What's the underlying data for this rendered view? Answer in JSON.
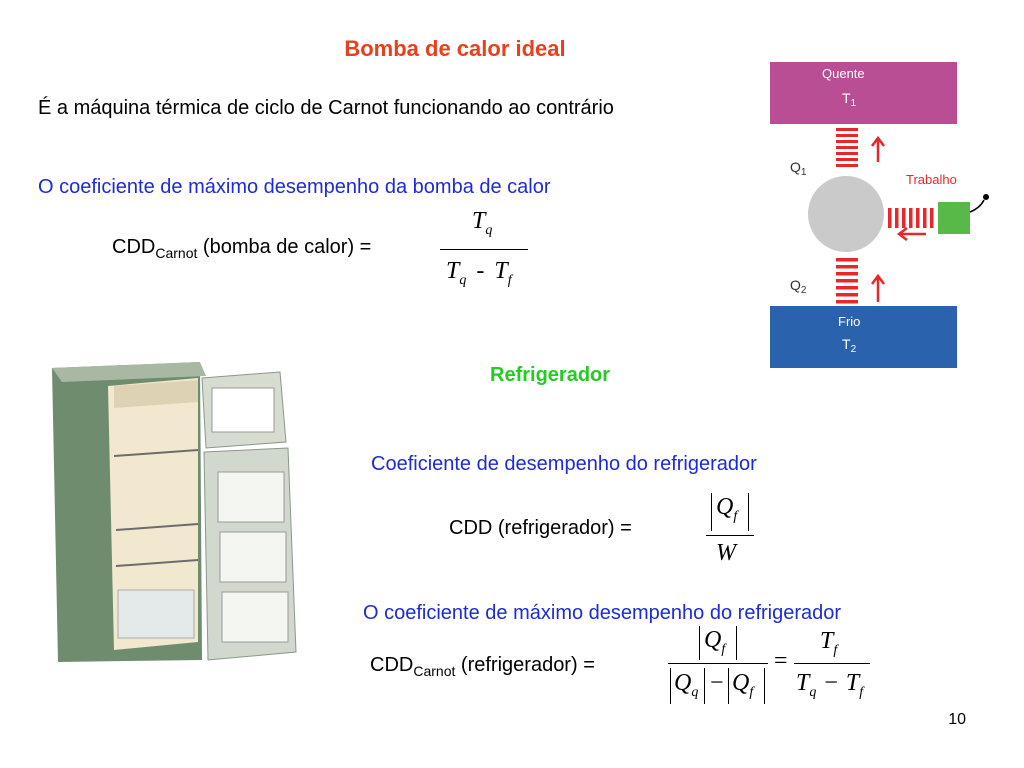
{
  "slide": {
    "title": "Bomba de calor ideal",
    "intro": "É a máquina térmica de ciclo de Carnot funcionando ao contrário",
    "heat_pump_heading": "O coeficiente de máximo desempenho da bomba de calor",
    "heat_pump_formula": {
      "label_main": "CDD",
      "label_sub": "Carnot",
      "label_rest": " (bomba de calor) =",
      "num_T": "T",
      "num_sub": "q",
      "den_T1": "T",
      "den_sub1": "q",
      "den_minus": "-",
      "den_T2": "T",
      "den_sub2": "f"
    },
    "refrigerator_heading": "Refrigerador",
    "cop_heading": "Coeficiente de desempenho do refrigerador",
    "cop_formula": {
      "label": "CDD (refrigerador) =",
      "num_Q": "Q",
      "num_sub": "f",
      "den_W": "W"
    },
    "max_cop_heading": "O coeficiente de máximo desempenho do refrigerador",
    "max_cop_formula": {
      "label_main": "CDD",
      "label_sub": "Carnot",
      "label_rest": " (refrigerador) =",
      "f1_num_Q": "Q",
      "f1_num_sub": "f",
      "f1_den_Q1": "Q",
      "f1_den_sub1": "q",
      "f1_den_minus": "−",
      "f1_den_Q2": "Q",
      "f1_den_sub2": "f",
      "equals": "=",
      "f2_num_T": "T",
      "f2_num_sub": "f",
      "f2_den_T1": "T",
      "f2_den_sub1": "q",
      "f2_den_minus": "−",
      "f2_den_T2": "T",
      "f2_den_sub2": "f"
    },
    "page_number": "10"
  },
  "diagram": {
    "hot_label": "Quente",
    "hot_temp": "T",
    "hot_temp_sub": "1",
    "q1": "Q",
    "q1_sub": "1",
    "work_label": "Trabalho",
    "q2": "Q",
    "q2_sub": "2",
    "cold_label": "Frio",
    "cold_temp": "T",
    "cold_temp_sub": "2",
    "colors": {
      "hot": "#b94e94",
      "cold": "#2a62ad",
      "bands": "#e8272b",
      "motor": "#58b848",
      "wheel": "#cacaca"
    }
  },
  "fridge_image": {
    "icon": "refrigerator-illustration-icon"
  }
}
